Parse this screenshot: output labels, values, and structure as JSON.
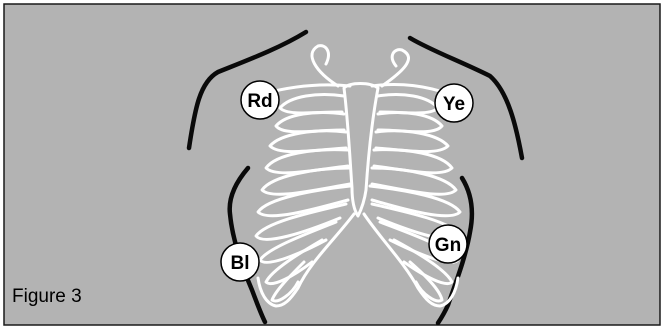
{
  "figure": {
    "caption": "Figure 3",
    "colors": {
      "background": "#b3b3b3",
      "frame": "#1a1a1a",
      "torso_outline": "#0a0a0a",
      "ribs": "#ffffff",
      "marker_fill": "#ffffff",
      "marker_stroke": "#000000"
    },
    "electrodes": [
      {
        "id": "rd",
        "label": "Rd"
      },
      {
        "id": "ye",
        "label": "Ye"
      },
      {
        "id": "bl",
        "label": "Bl"
      },
      {
        "id": "gn",
        "label": "Gn"
      }
    ]
  }
}
